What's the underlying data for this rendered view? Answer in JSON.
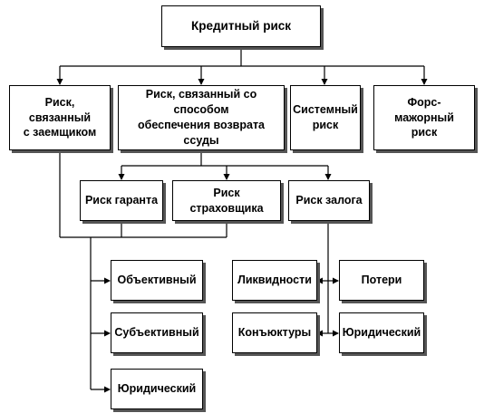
{
  "diagram": {
    "root": "Кредитный риск",
    "level1": [
      {
        "line1": "Риск, связанный",
        "line2": "с заемщиком"
      },
      {
        "line1": "Риск, связанный со способом",
        "line2": "обеспечения возврата ссуды"
      },
      {
        "line1": "Системный",
        "line2": "риск"
      },
      {
        "line1": "Форс-мажорный",
        "line2": "риск"
      }
    ],
    "level2": [
      "Риск гаранта",
      "Риск страховщика",
      "Риск залога"
    ],
    "borrower_risks": [
      "Объективный",
      "Субъективный",
      "Юридический"
    ],
    "collateral_risks": [
      "Ликвидности",
      "Потери",
      "Конъюктуры",
      "Юридический"
    ]
  }
}
